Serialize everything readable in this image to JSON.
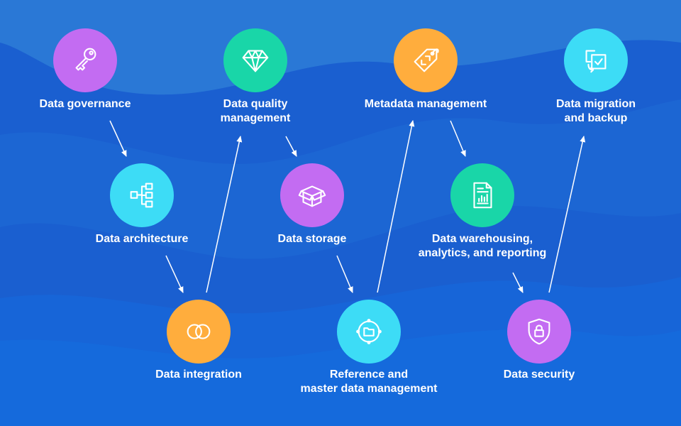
{
  "colors": {
    "background": "#1a5fd0",
    "purple": "#c36cf2",
    "teal": "#19d6a8",
    "orange": "#ffad3d",
    "cyan": "#3ddcf6",
    "text": "#ffffff"
  },
  "nodes": [
    {
      "label": "Data governance",
      "icon": "key-icon",
      "color": "purple"
    },
    {
      "label": "Data architecture",
      "icon": "hierarchy-icon",
      "color": "cyan"
    },
    {
      "label": "Data integration",
      "icon": "overlapping-circles-icon",
      "color": "orange"
    },
    {
      "label": "Data quality\nmanagement",
      "icon": "diamond-icon",
      "color": "teal"
    },
    {
      "label": "Data storage",
      "icon": "box-icon",
      "color": "purple"
    },
    {
      "label": "Reference and\nmaster data management",
      "icon": "folder-network-icon",
      "color": "cyan"
    },
    {
      "label": "Metadata management",
      "icon": "tag-icon",
      "color": "orange"
    },
    {
      "label": "Data warehousing,\nanalytics, and reporting",
      "icon": "report-icon",
      "color": "teal"
    },
    {
      "label": "Data security",
      "icon": "shield-lock-icon",
      "color": "purple"
    },
    {
      "label": "Data migration\nand backup",
      "icon": "migration-icon",
      "color": "cyan"
    }
  ],
  "flow": [
    [
      0,
      1
    ],
    [
      1,
      2
    ],
    [
      2,
      3
    ],
    [
      3,
      4
    ],
    [
      4,
      5
    ],
    [
      5,
      6
    ],
    [
      6,
      7
    ],
    [
      7,
      8
    ],
    [
      8,
      9
    ]
  ]
}
